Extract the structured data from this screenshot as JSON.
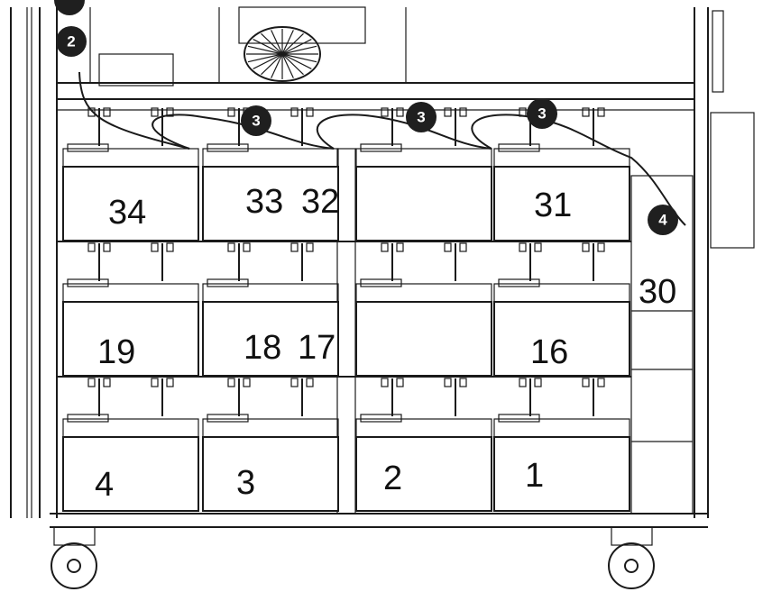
{
  "battery_labels": {
    "b34": "34",
    "b33": "33",
    "b32": "32",
    "b31": "31",
    "b30": "30",
    "b19": "19",
    "b18": "18",
    "b17": "17",
    "b16": "16",
    "b4": "4",
    "b3": "3",
    "b2": "2",
    "b1": "1"
  },
  "callouts": {
    "c2": "2",
    "c3a": "3",
    "c3b": "3",
    "c3c": "3",
    "c4": "4"
  },
  "colors": {
    "line": "#1a1a1a",
    "callout": "#1f1f1f"
  }
}
